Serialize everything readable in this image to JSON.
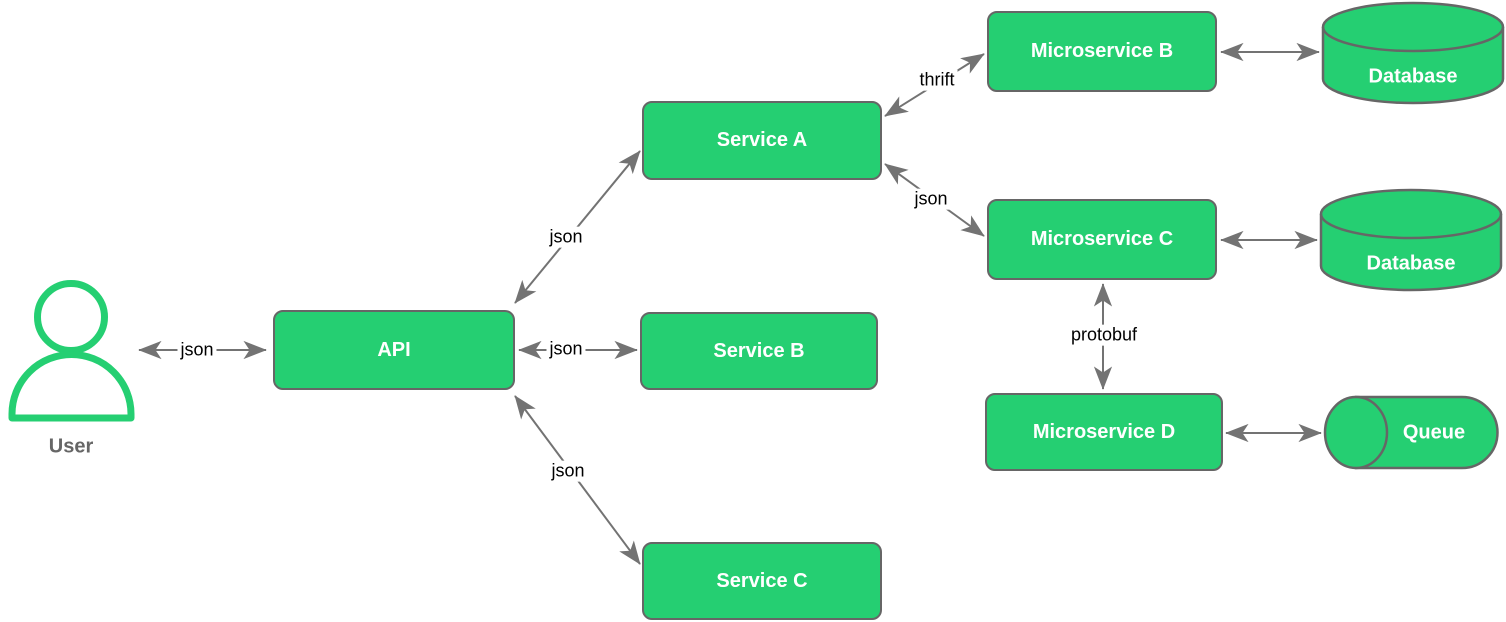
{
  "diagram": {
    "title": "microservices-architecture-diagram",
    "colors": {
      "node_fill": "#25cf72",
      "node_border": "#666666",
      "node_text": "#ffffff",
      "arrow": "#737373",
      "edge_label": "#000000",
      "user_label": "#666666",
      "background": "#ffffff"
    },
    "nodes": {
      "user": {
        "label": "User",
        "type": "actor-icon"
      },
      "api": {
        "label": "API",
        "type": "box"
      },
      "service_a": {
        "label": "Service A",
        "type": "box"
      },
      "service_b": {
        "label": "Service B",
        "type": "box"
      },
      "service_c": {
        "label": "Service C",
        "type": "box"
      },
      "microservice_b": {
        "label": "Microservice B",
        "type": "box"
      },
      "microservice_c": {
        "label": "Microservice C",
        "type": "box"
      },
      "microservice_d": {
        "label": "Microservice D",
        "type": "box"
      },
      "database_b": {
        "label": "Database",
        "type": "cylinder"
      },
      "database_c": {
        "label": "Database",
        "type": "cylinder"
      },
      "queue": {
        "label": "Queue",
        "type": "horizontal-cylinder"
      }
    },
    "edges": [
      {
        "from": "user",
        "to": "api",
        "label": "json",
        "bidirectional": true
      },
      {
        "from": "api",
        "to": "service_a",
        "label": "json",
        "bidirectional": true
      },
      {
        "from": "api",
        "to": "service_b",
        "label": "json",
        "bidirectional": true
      },
      {
        "from": "api",
        "to": "service_c",
        "label": "json",
        "bidirectional": true
      },
      {
        "from": "service_a",
        "to": "microservice_b",
        "label": "thrift",
        "bidirectional": true
      },
      {
        "from": "service_a",
        "to": "microservice_c",
        "label": "json",
        "bidirectional": true
      },
      {
        "from": "microservice_b",
        "to": "database_b",
        "label": "",
        "bidirectional": true
      },
      {
        "from": "microservice_c",
        "to": "database_c",
        "label": "",
        "bidirectional": true
      },
      {
        "from": "microservice_c",
        "to": "microservice_d",
        "label": "protobuf",
        "bidirectional": true
      },
      {
        "from": "microservice_d",
        "to": "queue",
        "label": "",
        "bidirectional": true
      }
    ]
  }
}
